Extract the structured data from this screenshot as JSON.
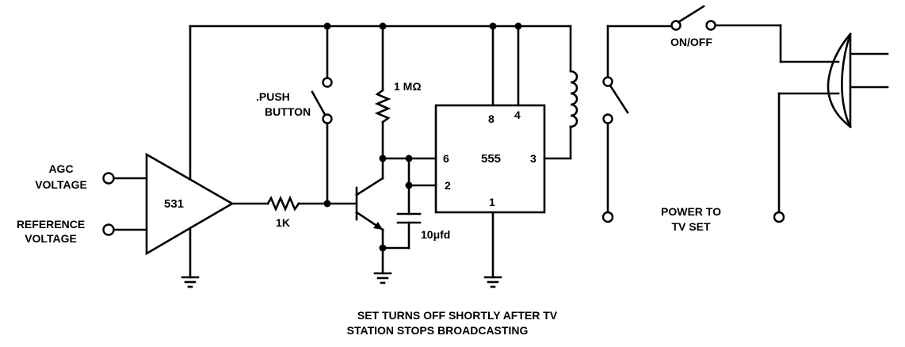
{
  "diagram": {
    "caption_line1": "SET TURNS OFF SHORTLY AFTER TV",
    "caption_line2": "STATION STOPS BROADCASTING",
    "inputs": {
      "agc_line1": "AGC",
      "agc_line2": "VOLTAGE",
      "ref_line1": "REFERENCE",
      "ref_line2": "VOLTAGE"
    },
    "comparator_label": "531",
    "push_button_line1": ".PUSH",
    "push_button_line2": "BUTTON",
    "resistor_base": "1K",
    "resistor_collector": "1 MΩ",
    "capacitor": "10μfd",
    "timer": {
      "label": "555",
      "pin_8": "8",
      "pin_4": "4",
      "pin_6": "6",
      "pin_2": "2",
      "pin_3": "3",
      "pin_1": "1"
    },
    "switch_label": "ON/OFF",
    "power_line1": "POWER TO",
    "power_line2": "TV SET"
  }
}
